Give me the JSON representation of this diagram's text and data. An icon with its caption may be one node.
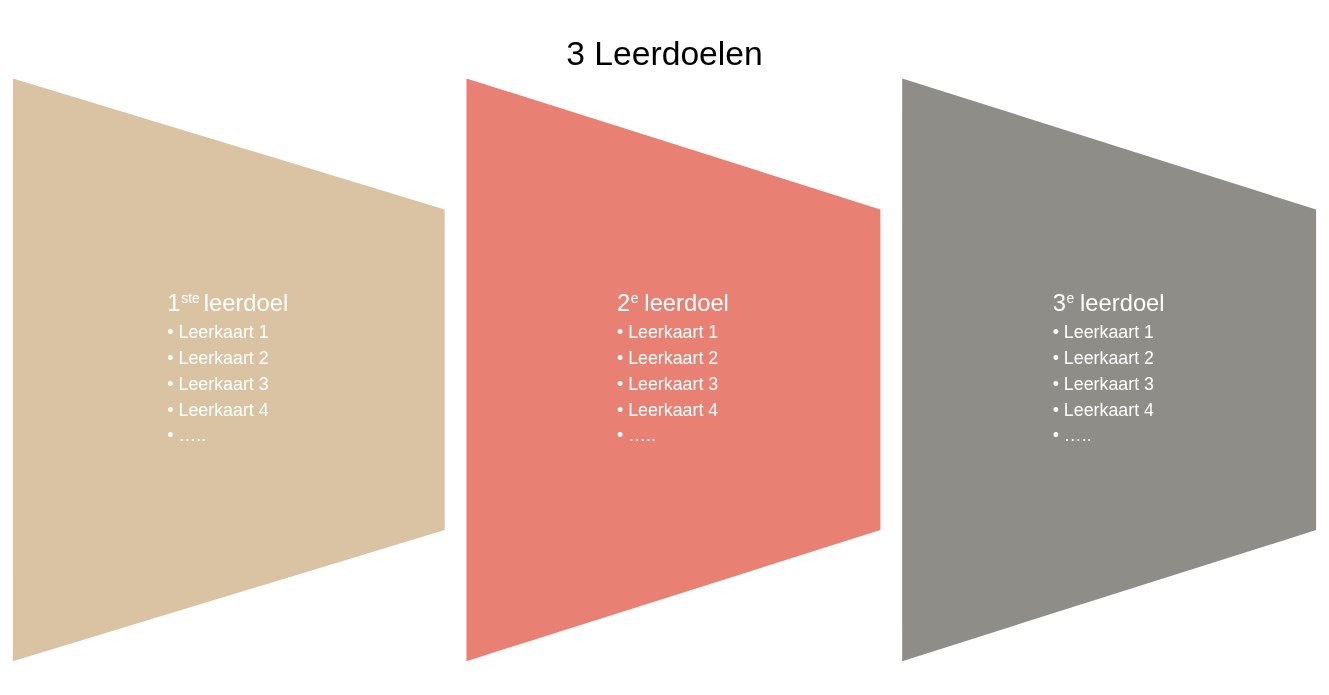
{
  "diagram": {
    "title": "3 Leerdoelen",
    "nodes": [
      {
        "text": [
          "1$^{ste}$ leerdoel",
          "• Leerkaart 1",
          "• Leerkaart 2",
          "• Leerkaart 3",
          "• Leerkaart 4",
          "• ….."
        ]
      },
      {
        "text": [
          "2$^{e}$ leerdoel",
          "• Leerkaart 1",
          "• Leerkaart 2",
          "• Leerkaart 3",
          "• Leerkaart 4",
          "• ….."
        ]
      },
      {
        "text": [
          "3$^{e}$ leerdoel",
          "• Leerkaart 1",
          "• Leerkaart 2",
          "• Leerkaart 3",
          "• Leerkaart 4",
          "• ….."
        ]
      }
    ]
  }
}
